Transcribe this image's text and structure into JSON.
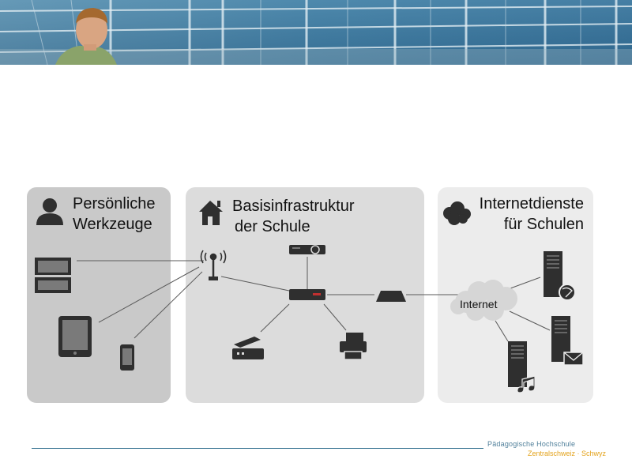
{
  "panels": {
    "personal": {
      "title_line1": "Persönliche",
      "title_line2": "Werkzeuge"
    },
    "basis": {
      "title_line1": "Basisinfrastruktur",
      "title_line2": "der Schule"
    },
    "internet": {
      "title_line1": "Internetdienste",
      "title_line2": "für Schulen"
    }
  },
  "cloud_label": "Internet",
  "logo": {
    "line1": "Pädagogische Hochschule",
    "line2": "Zentralschweiz · Schwyz"
  },
  "colors": {
    "panel_personal": "#c9c9c9",
    "panel_basis": "#dcdcdc",
    "panel_internet": "#ececec",
    "device": "#3a3a3a",
    "footer_line": "#2a6a8a",
    "logo_blue": "#4f7f9a",
    "logo_orange": "#e3a21a"
  },
  "icons": [
    "person-icon",
    "house-icon",
    "cloud-icon",
    "laptop-icon",
    "tablet-icon",
    "smartphone-icon",
    "wifi-antenna-icon",
    "projector-icon",
    "switch-icon",
    "scanner-icon",
    "printer-icon",
    "router-icon",
    "internet-cloud-icon",
    "web-server-icon",
    "mail-server-icon",
    "media-server-icon"
  ]
}
